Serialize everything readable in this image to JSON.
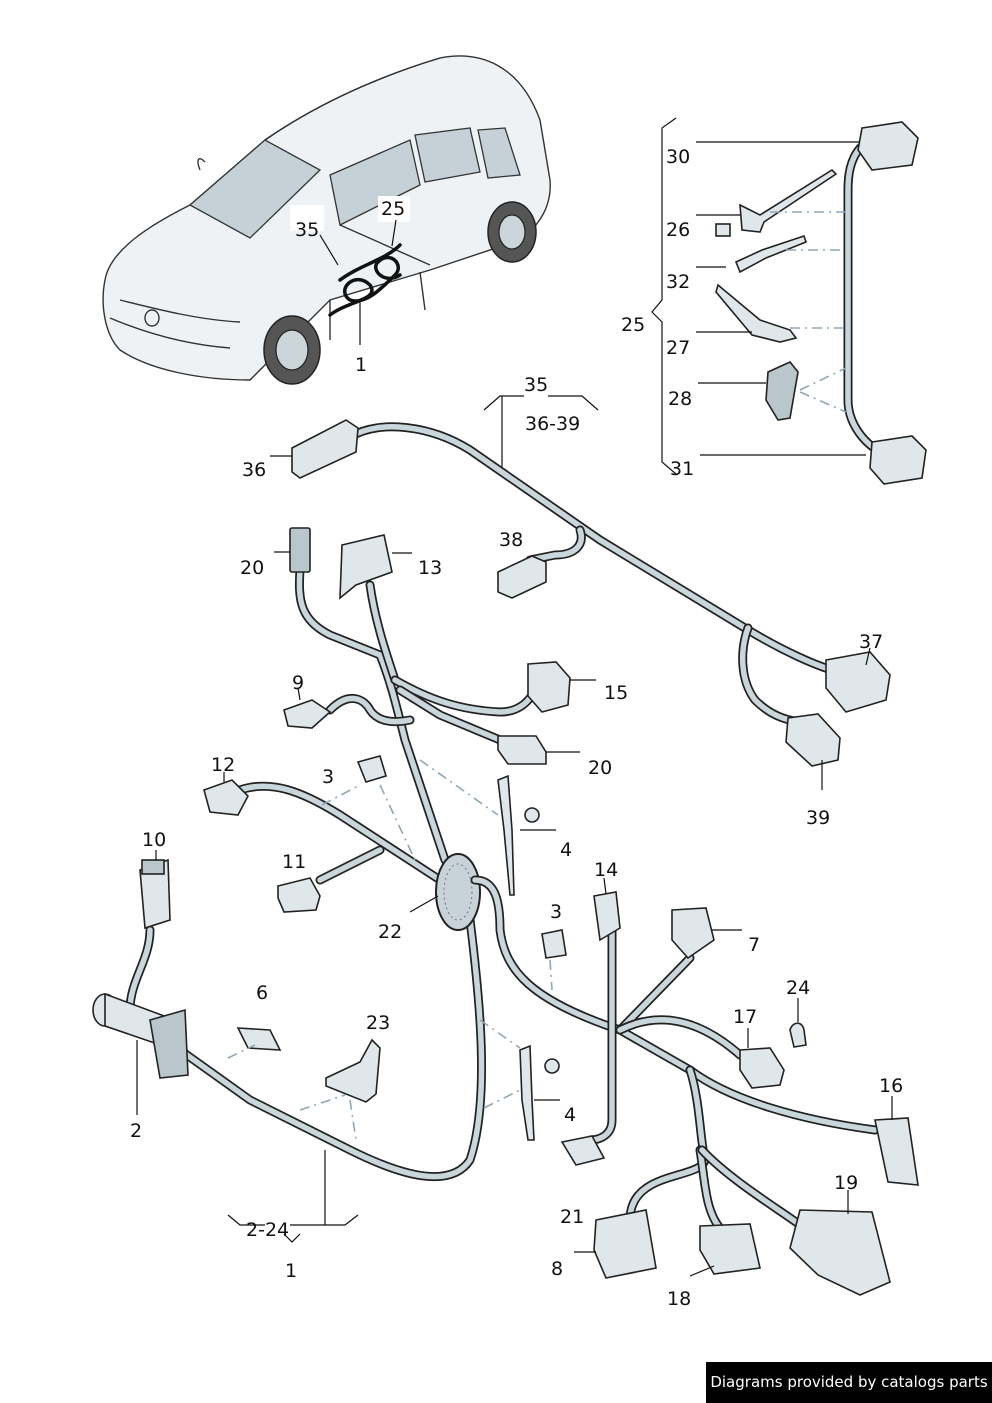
{
  "labels": {
    "car_35": "35",
    "car_25": "25",
    "car_1": "1",
    "l30": "30",
    "l26": "26",
    "l32": "32",
    "l25": "25",
    "l27": "27",
    "l28": "28",
    "l31": "31",
    "l35": "35",
    "l36_39": "36-39",
    "l36": "36",
    "l38": "38",
    "l20a": "20",
    "l13": "13",
    "l37": "37",
    "l15": "15",
    "l9": "9",
    "l20b": "20",
    "l39": "39",
    "l12": "12",
    "l3a": "3",
    "l4a": "4",
    "l10": "10",
    "l11": "11",
    "l22": "22",
    "l14": "14",
    "l3b": "3",
    "l7": "7",
    "l6": "6",
    "l23": "23",
    "l24": "24",
    "l17": "17",
    "l16": "16",
    "l2": "2",
    "l4b": "4",
    "l21": "21",
    "l19": "19",
    "l2_24": "2-24",
    "l1": "1",
    "l8": "8",
    "l18": "18"
  },
  "footer": {
    "credit": "Diagrams provided by catalogs parts"
  }
}
